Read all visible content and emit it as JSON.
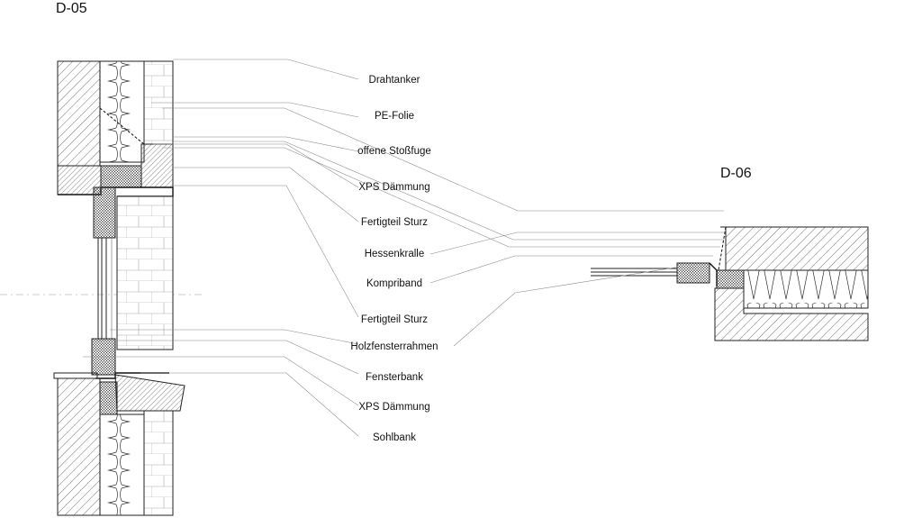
{
  "drawings": {
    "d05_title": "D-05",
    "d06_title": "D-06"
  },
  "labels": [
    "Drahtanker",
    "PE-Folie",
    "offene Stoßfuge",
    "XPS Dämmung",
    "Fertigteil Sturz",
    "Hessenkralle",
    "Kompriband",
    "Fertigteil Sturz",
    "Holzfensterrahmen",
    "Fensterbank",
    "XPS Dämmung",
    "Sohlbank"
  ]
}
